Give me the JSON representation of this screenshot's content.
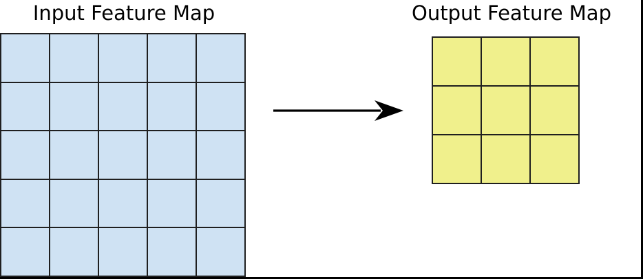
{
  "page": {
    "background_color": "#ffffff",
    "frame_border_color": "#000000"
  },
  "diagram": {
    "input_map": {
      "title": "Input Feature Map",
      "rows": 5,
      "cols": 5,
      "cell_color": "#cfe2f3",
      "line_color": "#1f1f1f"
    },
    "output_map": {
      "title": "Output Feature Map",
      "rows": 3,
      "cols": 3,
      "cell_color": "#f0f08c",
      "line_color": "#1f1f1f"
    },
    "arrow": {
      "color": "#000000",
      "direction": "right"
    }
  }
}
